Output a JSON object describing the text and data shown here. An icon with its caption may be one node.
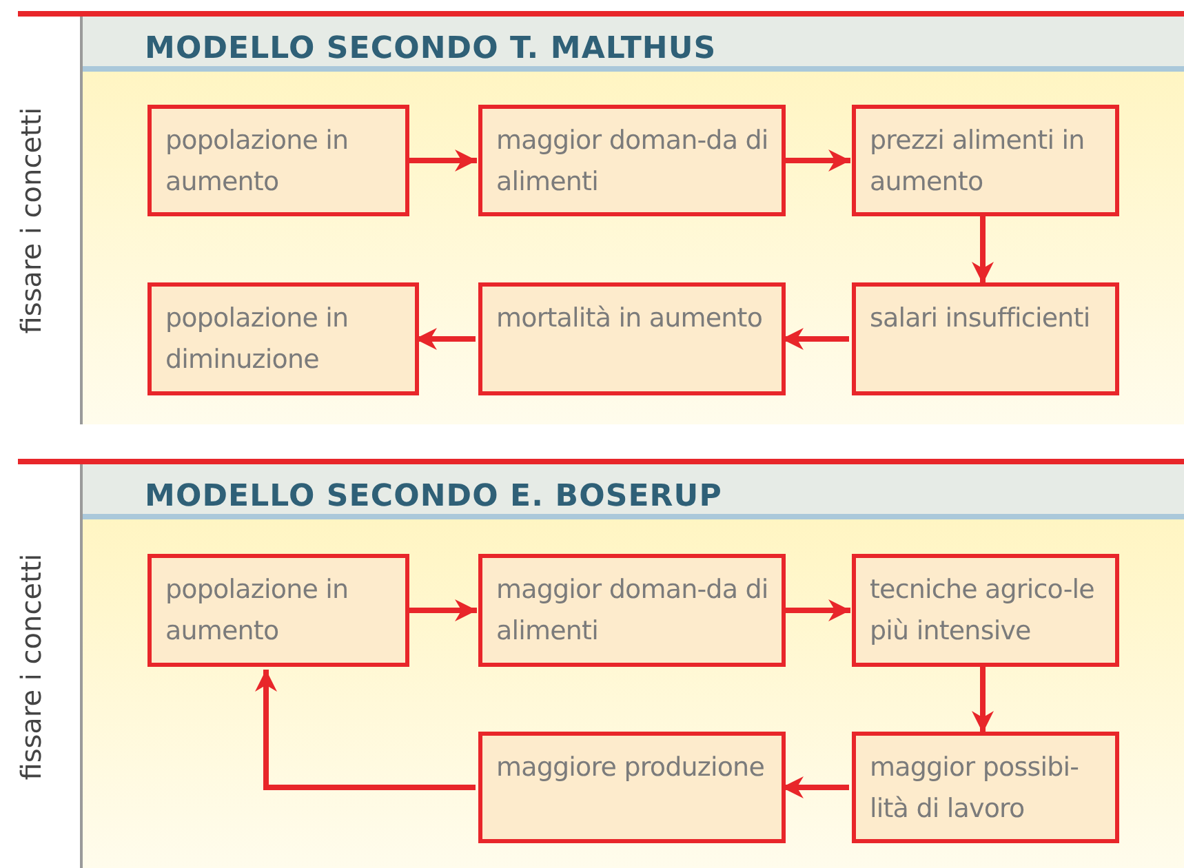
{
  "diagram": {
    "nodes": [
      {
        "text": [
          "MODELLO SECONDO T. MALTHUS"
        ]
      },
      {
        "text": [
          "popolazione in aumento"
        ],
        "in": 0
      },
      {
        "text": [
          "maggior doman-da di alimenti"
        ],
        "in": 0
      },
      {
        "text": [
          "prezzi alimenti in aumento"
        ],
        "in": 0
      },
      {
        "text": [
          "popolazione in diminuzione"
        ],
        "in": 0
      },
      {
        "text": [
          "mortalità in aumento"
        ],
        "in": 0
      },
      {
        "text": [
          "salari insufficienti"
        ],
        "in": 0
      },
      {
        "text": [
          "MODELLO SECONDO E. BOSERUP"
        ]
      },
      {
        "text": [
          "popolazione in aumento"
        ],
        "in": 7
      },
      {
        "text": [
          "maggior doman-da di alimenti"
        ],
        "in": 7
      },
      {
        "text": [
          "tecniche agrico-le più intensive"
        ],
        "in": 7
      },
      {
        "text": [
          "maggiore produzione"
        ],
        "in": 7
      },
      {
        "text": [
          "maggior possibi-lità di lavoro"
        ],
        "in": 7
      }
    ],
    "edges": [
      {
        "from": 1,
        "to": 2,
        "arrow": "to"
      },
      {
        "from": 2,
        "to": 3,
        "arrow": "to"
      },
      {
        "from": 3,
        "to": 6,
        "arrow": "to"
      },
      {
        "from": 6,
        "to": 5,
        "arrow": "to"
      },
      {
        "from": 5,
        "to": 4,
        "arrow": "to"
      },
      {
        "from": 8,
        "to": 9,
        "arrow": "to"
      },
      {
        "from": 9,
        "to": 10,
        "arrow": "to"
      },
      {
        "from": 10,
        "to": 12,
        "arrow": "to"
      },
      {
        "from": 12,
        "to": 11,
        "arrow": "to"
      },
      {
        "from": 11,
        "to": 8,
        "arrow": "to"
      }
    ],
    "labels": [
      "fissare i concetti",
      "fissare i concetti"
    ]
  }
}
